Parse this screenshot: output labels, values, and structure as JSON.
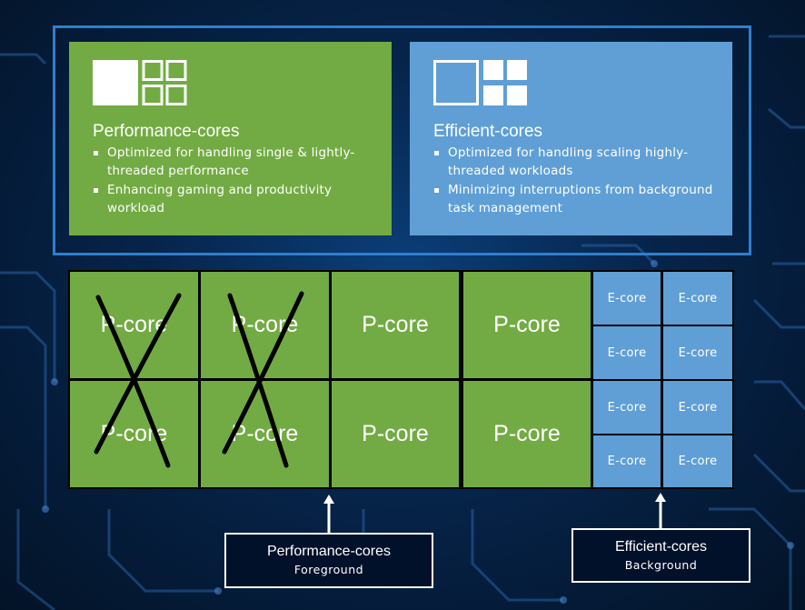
{
  "performance_card": {
    "title": "Performance-cores",
    "bullets": [
      "Optimized for handling single & lightly-threaded performance",
      "Enhancing gaming and productivity workload"
    ],
    "color": "#72ab43"
  },
  "efficient_card": {
    "title": "Efficient-cores",
    "bullets": [
      "Optimized for handling scaling highly-threaded workloads",
      "Minimizing interruptions from background task management"
    ],
    "color": "#5f9fd6"
  },
  "core_grid": {
    "p_cores": [
      {
        "label": "P-core",
        "crossed_out": true
      },
      {
        "label": "P-core",
        "crossed_out": true
      },
      {
        "label": "P-core",
        "crossed_out": false
      },
      {
        "label": "P-core",
        "crossed_out": false
      },
      {
        "label": "P-core",
        "crossed_out": true
      },
      {
        "label": "P-core",
        "crossed_out": true
      },
      {
        "label": "P-core",
        "crossed_out": false
      },
      {
        "label": "P-core",
        "crossed_out": false
      }
    ],
    "e_cores": [
      "E-core",
      "E-core",
      "E-core",
      "E-core",
      "E-core",
      "E-core",
      "E-core",
      "E-core"
    ]
  },
  "callouts": {
    "performance": {
      "title": "Performance-cores",
      "subtitle": "Foreground"
    },
    "efficient": {
      "title": "Efficient-cores",
      "subtitle": "Background"
    }
  },
  "frame_color": "#2e7fd0"
}
